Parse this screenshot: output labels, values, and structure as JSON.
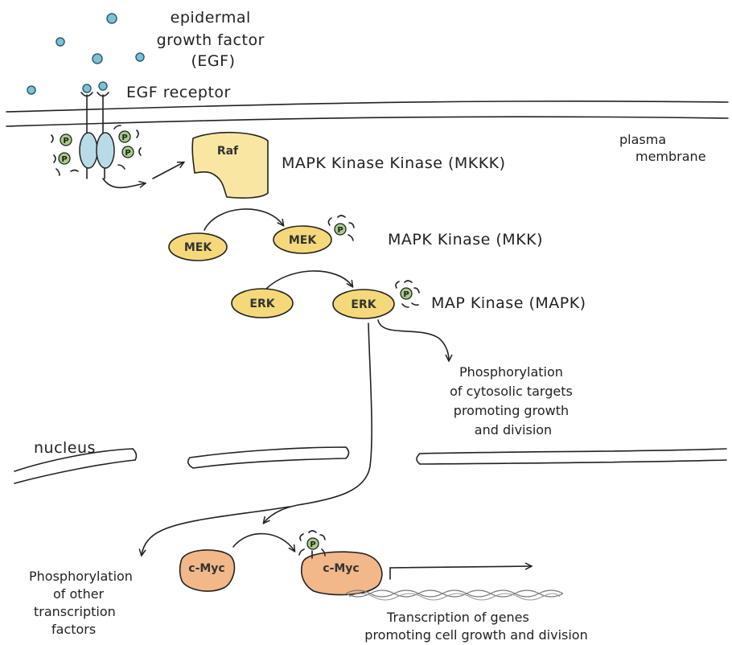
{
  "ligand": {
    "label_lines": [
      "epidermal",
      "growth factor",
      "(EGF)"
    ]
  },
  "receptor": {
    "label": "EGF receptor"
  },
  "membrane": {
    "label_lines": [
      "plasma",
      "membrane"
    ]
  },
  "nucleus": {
    "label": "nucleus"
  },
  "proteins": {
    "raf": "Raf",
    "mek": "MEK",
    "erk": "ERK",
    "cmyc": "c-Myc",
    "phosphate": "P"
  },
  "levels": {
    "mkkk": "MAPK Kinase Kinase (MKKK)",
    "mkk": "MAPK Kinase (MKK)",
    "mapk": "MAP Kinase (MAPK)"
  },
  "outcomes": {
    "cytosolic_lines": [
      "Phosphorylation",
      "of cytosolic targets",
      "promoting growth",
      "and division"
    ],
    "other_tf_lines": [
      "Phosphorylation",
      "of other",
      "transcription",
      "factors"
    ],
    "transcription_lines": [
      "Transcription of genes",
      "promoting cell growth and division"
    ]
  },
  "colors": {
    "egf": "#7fc0d4",
    "receptor": "#b9dbe8",
    "phosphate": "#a9cc8b",
    "raf": "#fae6a3",
    "kinase": "#f4d87a",
    "cmyc": "#f2b88a"
  }
}
